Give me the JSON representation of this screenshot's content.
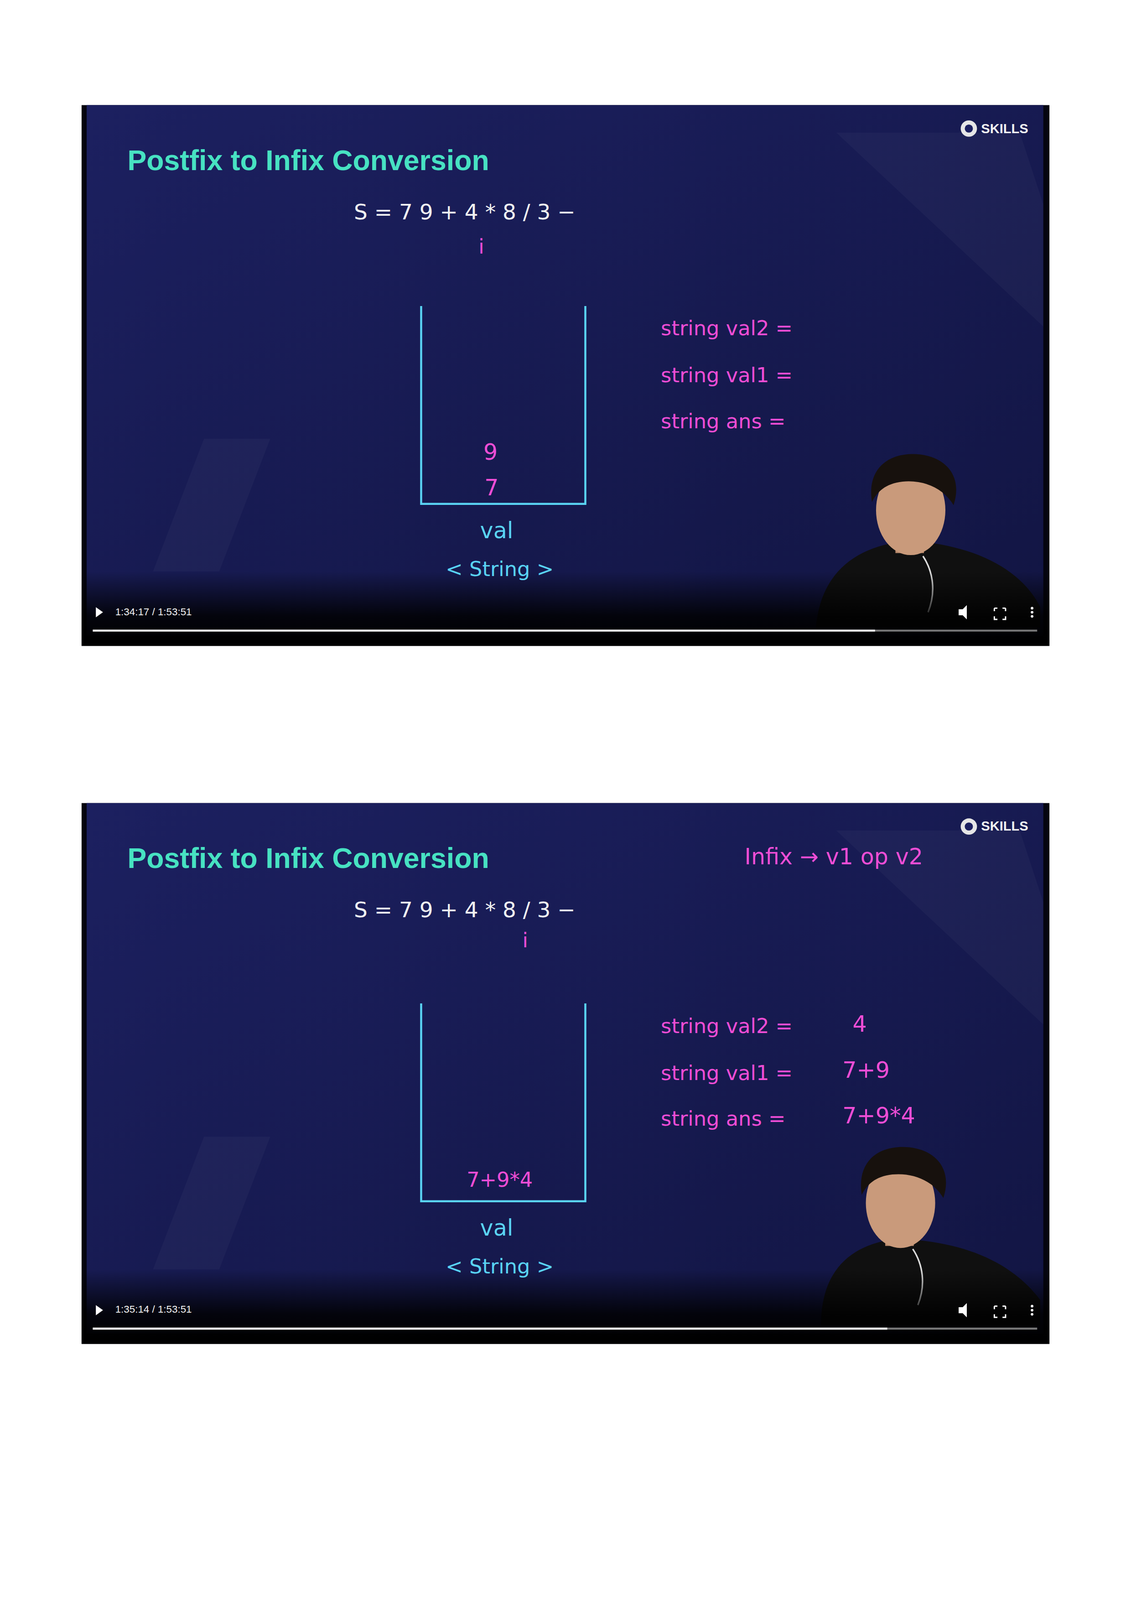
{
  "diagram": {
    "nodes": [
      {
        "text": [
          "Postfix to Infix Conversion"
        ]
      },
      {
        "text": [
          "9",
          "7",
          "val",
          "< String >"
        ],
        "in": 0
      },
      {
        "text": [
          "Postfix to Infix Conversion"
        ]
      },
      {
        "text": [
          "7+9*4",
          "val",
          "< String >"
        ],
        "in": 2
      }
    ],
    "labels": [
      "SKILLS",
      "S = 7 9 + 4 * 8 / 3 −",
      "i",
      "string val2 =",
      "string val1 =",
      "string ans =",
      "1:34:17 / 1:53:51",
      "SKILLS",
      "Infix → v1 op v2",
      "S = 7 9 + 4 * 8 / 3 −",
      "i",
      "string val2 =",
      "4",
      "string val1 =",
      "7+9",
      "string ans =",
      "7+9*4",
      "1:35:14 / 1:53:51"
    ]
  }
}
